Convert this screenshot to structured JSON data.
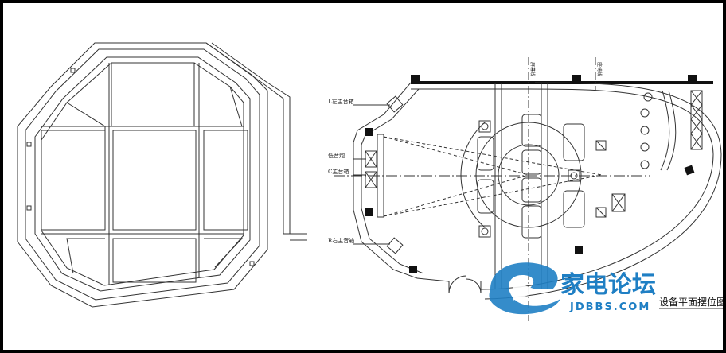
{
  "plan_labels": {
    "left_front_speaker": "L左主音箱",
    "subwoofer": "低音炮",
    "center_speaker": "C主音箱",
    "right_front_speaker": "R右主音箱"
  },
  "vertical_labels": {
    "line_a": "屏幕线",
    "line_b": "座椅线"
  },
  "drawing_title": "设备平面摆位图",
  "watermark": {
    "brand_cn": "家电论坛",
    "brand_en": "JDBBS.COM"
  },
  "colors": {
    "line": "#333333",
    "watermark": "#1f7fc4",
    "background": "#ffffff",
    "border": "#000000"
  }
}
